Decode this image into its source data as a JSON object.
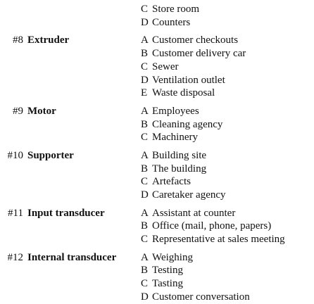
{
  "entries": [
    {
      "num": "",
      "name": "",
      "items": [
        {
          "letter": "C",
          "text": "Store room"
        },
        {
          "letter": "D",
          "text": "Counters"
        }
      ]
    },
    {
      "num": "#8",
      "name": "Extruder",
      "items": [
        {
          "letter": "A",
          "text": "Customer checkouts"
        },
        {
          "letter": "B",
          "text": "Customer delivery car"
        },
        {
          "letter": "C",
          "text": "Sewer"
        },
        {
          "letter": "D",
          "text": "Ventilation outlet"
        },
        {
          "letter": "E",
          "text": "Waste disposal"
        }
      ]
    },
    {
      "num": "#9",
      "name": "Motor",
      "items": [
        {
          "letter": "A",
          "text": "Employees"
        },
        {
          "letter": "B",
          "text": "Cleaning agency"
        },
        {
          "letter": "C",
          "text": "Machinery"
        }
      ]
    },
    {
      "num": "#10",
      "name": "Supporter",
      "items": [
        {
          "letter": "A",
          "text": "Building site"
        },
        {
          "letter": "B",
          "text": "The building"
        },
        {
          "letter": "C",
          "text": "Artefacts"
        },
        {
          "letter": "D",
          "text": "Caretaker agency"
        }
      ]
    },
    {
      "num": "#11",
      "name": "Input transducer",
      "items": [
        {
          "letter": "A",
          "text": "Assistant at counter"
        },
        {
          "letter": "B",
          "text": "Office (mail, phone, papers)"
        },
        {
          "letter": "C",
          "text": "Representative at sales meeting"
        }
      ]
    },
    {
      "num": "#12",
      "name": "Internal transducer",
      "items": [
        {
          "letter": "A",
          "text": "Weighing"
        },
        {
          "letter": "B",
          "text": "Testing"
        },
        {
          "letter": "C",
          "text": "Tasting"
        },
        {
          "letter": "D",
          "text": "Customer conversation"
        }
      ]
    }
  ]
}
